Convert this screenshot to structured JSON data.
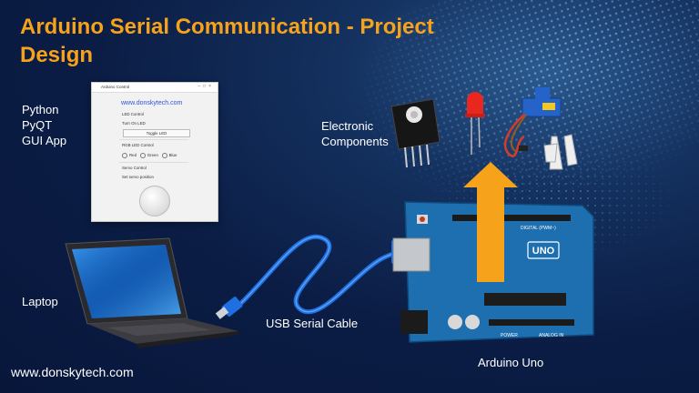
{
  "title": "Arduino Serial Communication - Project Design",
  "labels": {
    "python": "Python\nPyQT\nGUI App",
    "electronic": "Electronic\nComponents",
    "laptop": "Laptop",
    "usb": "USB Serial Cable",
    "uno": "Arduino Uno",
    "website": "www.donskytech.com"
  },
  "gui": {
    "window_title": "Arduino Control",
    "site": "www.donskytech.com",
    "led_group": "LED Control",
    "led_checkbox": "Turn On LED",
    "toggle_button": "Toggle LED",
    "rgb_group": "RGB LED Control",
    "rgb_options": [
      "Red",
      "Green",
      "Blue"
    ],
    "servo_group": "Servo Control",
    "servo_label": "Set servo position"
  },
  "board": {
    "brand": "UNO",
    "digital_header": "DIGITAL (PWM~)",
    "analog_header": "ANALOG IN",
    "power_header": "POWER"
  },
  "colors": {
    "title": "#f7a21b",
    "arrow": "#f7a21b",
    "board": "#1d6fb0",
    "cable": "#1e6fe0",
    "background": "#0b1d45"
  },
  "icons": [
    "laptop-icon",
    "usb-cable-icon",
    "arduino-board-icon",
    "sensor-module-icon",
    "led-icon",
    "servo-icon",
    "up-arrow-icon"
  ]
}
